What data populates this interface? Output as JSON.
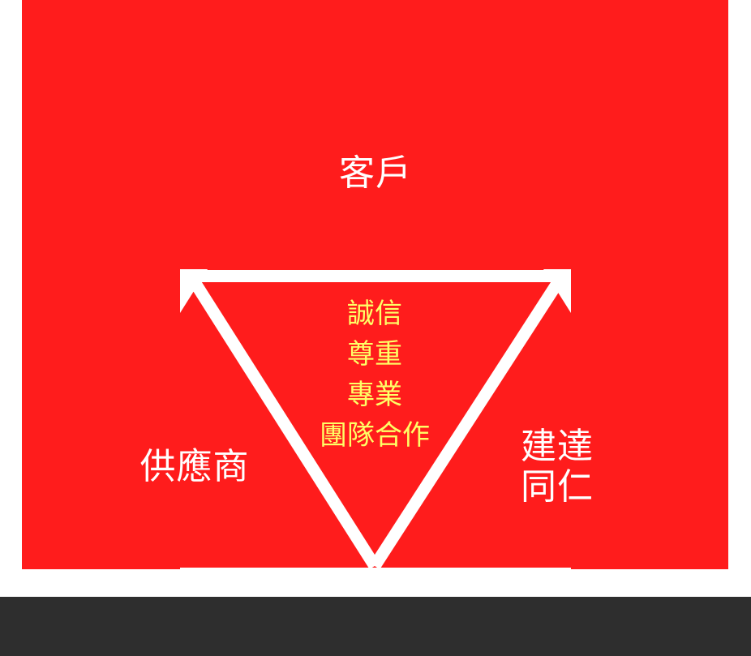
{
  "diagram": {
    "top_label": "客戶",
    "left_label": "供應商",
    "right_label_lines": [
      "建達",
      "同仁"
    ],
    "core_values": [
      "誠信",
      "尊重",
      "專業",
      "團隊合作"
    ],
    "colors": {
      "background_panel": "#ff1c1c",
      "arrows": "#ffffff",
      "label_text": "#ffffff",
      "core_values_text": "#ffff66",
      "footer": "#2e2e2e"
    },
    "icons": [
      "up-left-arrow-icon",
      "up-right-arrow-icon",
      "inverted-triangle-icon"
    ]
  }
}
